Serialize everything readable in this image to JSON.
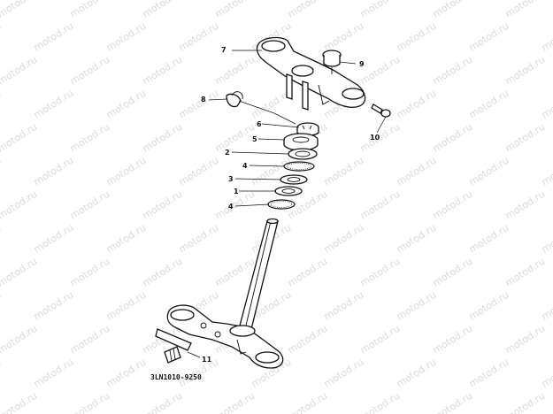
{
  "watermark": "motod.ru",
  "drawing_code": "3LN1010-9250",
  "callouts": {
    "c7": "7",
    "c9": "9",
    "c8": "8",
    "c10": "10",
    "c6": "6",
    "c5": "5",
    "c2": "2",
    "c4a": "4",
    "c3": "3",
    "c1": "1",
    "c4b": "4",
    "c11": "11"
  }
}
